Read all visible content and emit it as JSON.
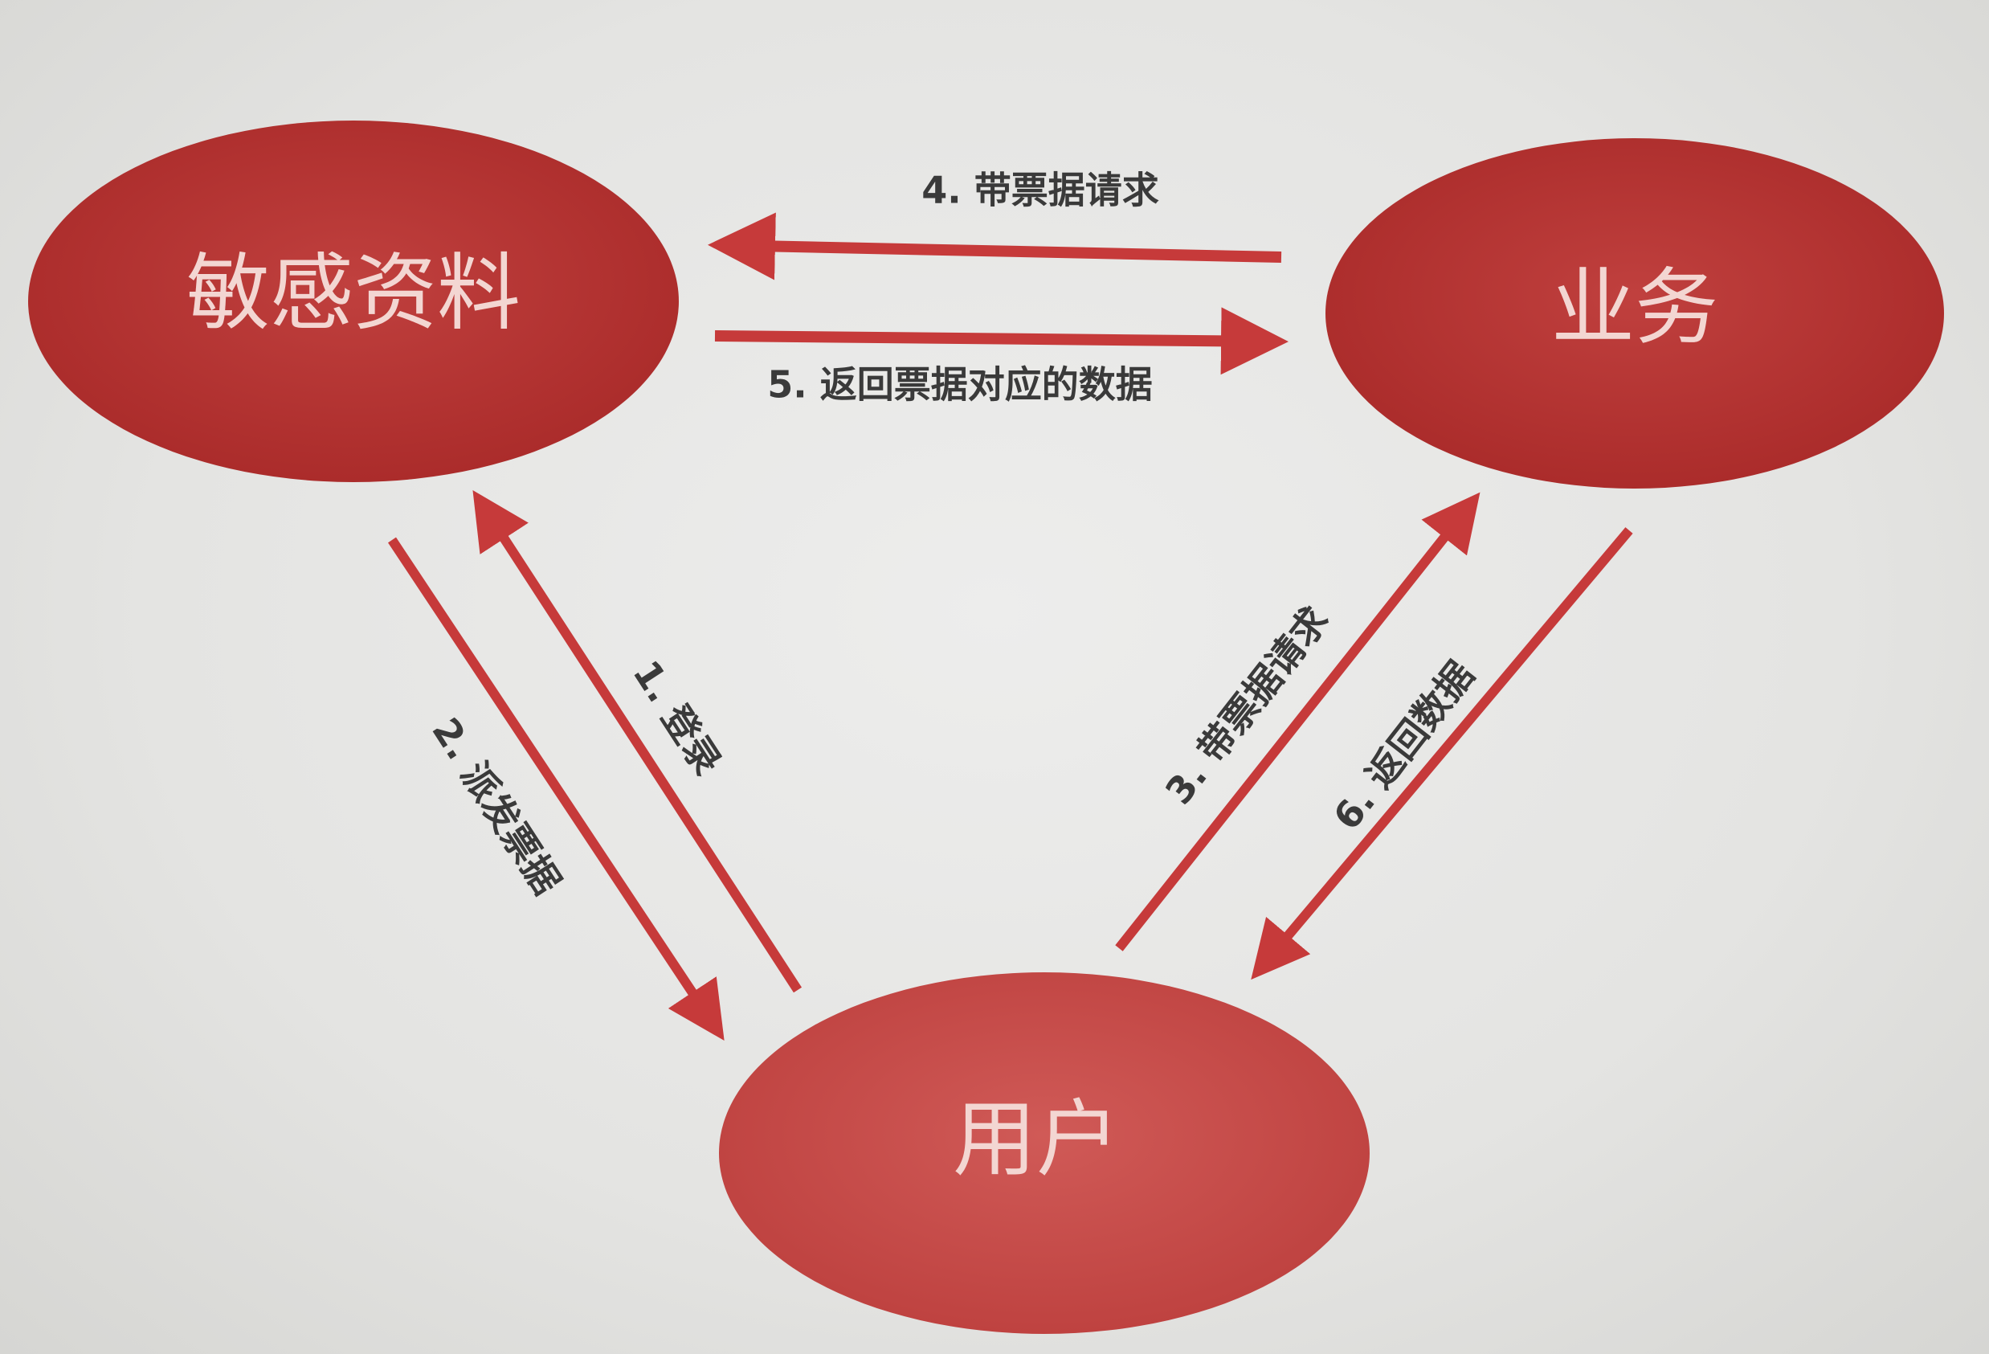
{
  "colors": {
    "node_fill": "#b8302f",
    "node_fill_light": "#c94f4d",
    "arrow": "#c63a3a",
    "node_text": "#f3d6d2",
    "edge_text": "#3a3a3a",
    "background": "#e6e6e4"
  },
  "nodes": {
    "sensitive": "敏感资料",
    "business": "业务",
    "user": "用户"
  },
  "edges": {
    "e1": "1. 登录",
    "e2": "2. 派发票据",
    "e3": "3. 带票据请求",
    "e4": "4. 带票据请求",
    "e5": "5. 返回票据对应的数据",
    "e6": "6. 返回数据"
  }
}
